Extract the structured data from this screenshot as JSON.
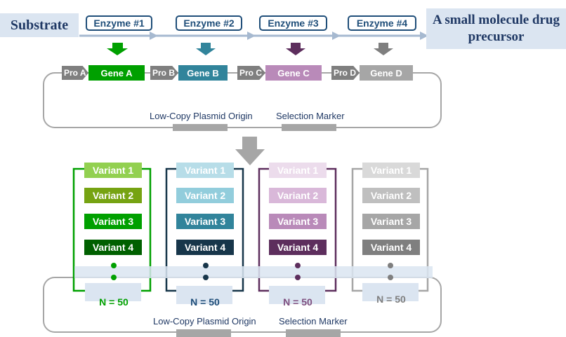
{
  "substrate": "Substrate",
  "product": "A small molecule drug precursor",
  "enzymes": [
    "Enzyme #1",
    "Enzyme #2",
    "Enzyme #3",
    "Enzyme #4"
  ],
  "promoters": [
    "Pro A",
    "Pro B",
    "Pro C",
    "Pro D"
  ],
  "genes": [
    "Gene A",
    "Gene B",
    "Gene C",
    "Gene D"
  ],
  "plasmid_top": {
    "origin": "Low-Copy Plasmid Origin",
    "marker": "Selection Marker"
  },
  "plasmid_bottom": {
    "origin": "Low-Copy Plasmid Origin",
    "marker": "Selection Marker"
  },
  "library": [
    {
      "variants": [
        "Variant 1",
        "Variant 2",
        "Variant 3",
        "Variant 4"
      ],
      "count": "N = 50"
    },
    {
      "variants": [
        "Variant 1",
        "Variant 2",
        "Variant 3",
        "Variant 4"
      ],
      "count": "N = 50"
    },
    {
      "variants": [
        "Variant 1",
        "Variant 2",
        "Variant 3",
        "Variant 4"
      ],
      "count": "N = 50"
    },
    {
      "variants": [
        "Variant 1",
        "Variant 2",
        "Variant 3",
        "Variant 4"
      ],
      "count": "N = 50"
    }
  ],
  "colors": {
    "green": "#00a000",
    "blue": "#31849b",
    "purple": "#b98ab9",
    "gray": "#a6a6a6",
    "green_shades": [
      "#92d050",
      "#76a312",
      "#00a000",
      "#006000"
    ],
    "blue_shades": [
      "#b7dde8",
      "#92cddc",
      "#31849b",
      "#17364a"
    ],
    "purple_shades": [
      "#ecdcec",
      "#d9b8d9",
      "#b98ab9",
      "#5d2e5d"
    ],
    "gray_shades": [
      "#d9d9d9",
      "#bfbfbf",
      "#a6a6a6",
      "#7f7f7f"
    ]
  }
}
